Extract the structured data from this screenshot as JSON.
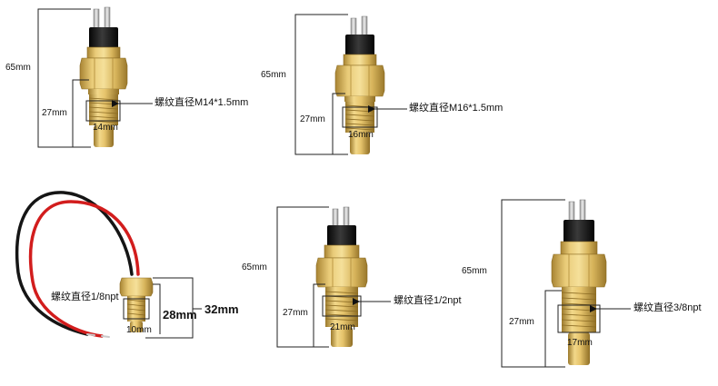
{
  "colors": {
    "brass_light": "#f2d88a",
    "brass_mid": "#d9b558",
    "brass_dark": "#9c7a2c",
    "connector": "#141414",
    "terminal": "#c9c9c9",
    "dimension_line": "#222222",
    "wire_red": "#d21d1d",
    "wire_black": "#151515"
  },
  "sensors": [
    {
      "height_label": "65mm",
      "thread_length_label": "27mm",
      "diameter_label": "14mm",
      "thread_spec": "螺纹直径M14*1.5mm"
    },
    {
      "height_label": "65mm",
      "thread_length_label": "27mm",
      "diameter_label": "16mm",
      "thread_spec": "螺纹直径M16*1.5mm"
    },
    {
      "length_label": "32mm",
      "thread_length_label": "28mm",
      "diameter_label": "10mm",
      "thread_spec": "螺纹直径1/8npt"
    },
    {
      "height_label": "65mm",
      "thread_length_label": "27mm",
      "diameter_label": "21mm",
      "thread_spec": "螺纹直径1/2npt"
    },
    {
      "height_label": "65mm",
      "thread_length_label": "27mm",
      "diameter_label": "17mm",
      "thread_spec": "螺纹直径3/8npt"
    }
  ]
}
